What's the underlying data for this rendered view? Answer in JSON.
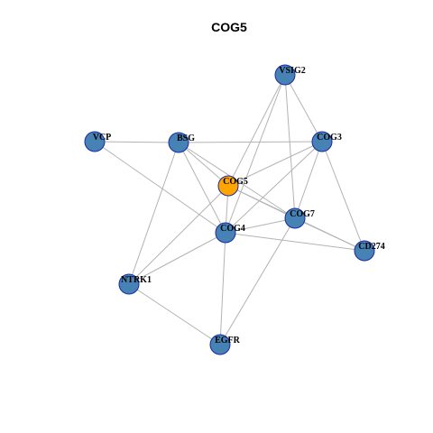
{
  "title": "COG5",
  "colors": {
    "node_default": "#4682B4",
    "node_highlight": "#FFA500",
    "node_border": "#1a2aa8",
    "edge": "#b3b3b3"
  },
  "nodes": [
    {
      "id": "VSIG2",
      "label": "VSIG2",
      "highlight": false
    },
    {
      "id": "VCP",
      "label": "VCP",
      "highlight": false
    },
    {
      "id": "BSG",
      "label": "BSG",
      "highlight": false
    },
    {
      "id": "COG3",
      "label": "COG3",
      "highlight": false
    },
    {
      "id": "COG5",
      "label": "COG5",
      "highlight": true
    },
    {
      "id": "COG7",
      "label": "COG7",
      "highlight": false
    },
    {
      "id": "COG4",
      "label": "COG4",
      "highlight": false
    },
    {
      "id": "CD274",
      "label": "CD274",
      "highlight": false
    },
    {
      "id": "NTRK1",
      "label": "NTRK1",
      "highlight": false
    },
    {
      "id": "EGFR",
      "label": "EGFR",
      "highlight": false
    }
  ],
  "edges": [
    [
      "VSIG2",
      "COG5"
    ],
    [
      "VSIG2",
      "COG4"
    ],
    [
      "VSIG2",
      "COG3"
    ],
    [
      "VSIG2",
      "COG7"
    ],
    [
      "VCP",
      "BSG"
    ],
    [
      "VCP",
      "COG4"
    ],
    [
      "BSG",
      "COG3"
    ],
    [
      "BSG",
      "COG5"
    ],
    [
      "BSG",
      "COG4"
    ],
    [
      "BSG",
      "NTRK1"
    ],
    [
      "BSG",
      "COG7"
    ],
    [
      "COG3",
      "COG5"
    ],
    [
      "COG3",
      "COG4"
    ],
    [
      "COG3",
      "COG7"
    ],
    [
      "COG3",
      "CD274"
    ],
    [
      "COG5",
      "COG4"
    ],
    [
      "COG5",
      "COG7"
    ],
    [
      "COG5",
      "NTRK1"
    ],
    [
      "COG5",
      "CD274"
    ],
    [
      "COG4",
      "COG7"
    ],
    [
      "COG4",
      "NTRK1"
    ],
    [
      "COG4",
      "EGFR"
    ],
    [
      "COG4",
      "CD274"
    ],
    [
      "COG7",
      "EGFR"
    ],
    [
      "COG7",
      "CD274"
    ],
    [
      "NTRK1",
      "EGFR"
    ]
  ]
}
